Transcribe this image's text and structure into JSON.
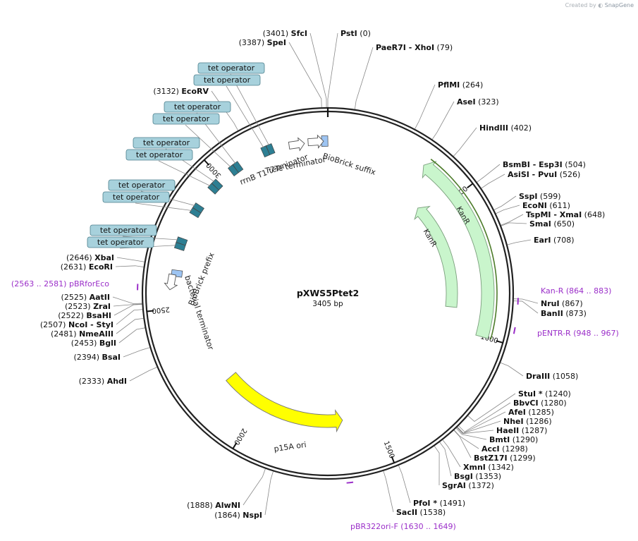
{
  "credit": {
    "prefix": "Created by",
    "brand": "SnapGene"
  },
  "plasmid": {
    "name": "pXWS5Ptet2",
    "size_label": "3405 bp",
    "length": 3405
  },
  "colors": {
    "backbone": "#222222",
    "primer": "#9b2fc9",
    "kan": "#c9f5cc",
    "kan_stroke": "#7a9f7c",
    "ori": "#ffff00",
    "operator_box": "#a7d1dc",
    "operator_feature": "#2d7f93",
    "biobrick": "#9dc4f2",
    "leader": "#888888"
  },
  "ticks": [
    {
      "pos": 500,
      "label": "500"
    },
    {
      "pos": 1000,
      "label": "1000"
    },
    {
      "pos": 1500,
      "label": "1500"
    },
    {
      "pos": 2000,
      "label": "2000"
    },
    {
      "pos": 2500,
      "label": "2500"
    },
    {
      "pos": 3000,
      "label": "3000"
    }
  ],
  "sites": [
    {
      "pos": 3401,
      "name": "SfcI",
      "coord": "(3401)"
    },
    {
      "pos": 3387,
      "name": "SpeI",
      "coord": "(3387)"
    },
    {
      "pos": 0,
      "name": "PstI",
      "coord": "(0)"
    },
    {
      "pos": 79,
      "name": "PaeR7I  - XhoI",
      "coord": "(79)"
    },
    {
      "pos": 264,
      "name": "PflMI",
      "coord": "(264)"
    },
    {
      "pos": 323,
      "name": "AseI",
      "coord": "(323)"
    },
    {
      "pos": 402,
      "name": "HindIII",
      "coord": "(402)"
    },
    {
      "pos": 504,
      "name": "BsmBI  - Esp3I",
      "coord": "(504)"
    },
    {
      "pos": 526,
      "name": "AsiSI  - PvuI",
      "coord": "(526)"
    },
    {
      "pos": 599,
      "name": "SspI",
      "coord": "(599)"
    },
    {
      "pos": 611,
      "name": "EcoNI",
      "coord": "(611)"
    },
    {
      "pos": 648,
      "name": "TspMI  - XmaI",
      "coord": "(648)"
    },
    {
      "pos": 650,
      "name": "SmaI",
      "coord": "(650)"
    },
    {
      "pos": 708,
      "name": "EarI",
      "coord": "(708)"
    },
    {
      "pos": 867,
      "name": "NruI",
      "coord": "(867)"
    },
    {
      "pos": 873,
      "name": "BanII",
      "coord": "(873)"
    },
    {
      "pos": 1058,
      "name": "DraIII",
      "coord": "(1058)"
    },
    {
      "pos": 1240,
      "name": "StuI *",
      "coord": "(1240)"
    },
    {
      "pos": 1280,
      "name": "BbvCI",
      "coord": "(1280)"
    },
    {
      "pos": 1285,
      "name": "AfeI",
      "coord": "(1285)"
    },
    {
      "pos": 1286,
      "name": "NheI",
      "coord": "(1286)"
    },
    {
      "pos": 1287,
      "name": "HaeII",
      "coord": "(1287)"
    },
    {
      "pos": 1290,
      "name": "BmtI",
      "coord": "(1290)"
    },
    {
      "pos": 1298,
      "name": "AccI",
      "coord": "(1298)"
    },
    {
      "pos": 1299,
      "name": "BstZ17I",
      "coord": "(1299)"
    },
    {
      "pos": 1342,
      "name": "XmnI",
      "coord": "(1342)"
    },
    {
      "pos": 1353,
      "name": "BsgI",
      "coord": "(1353)"
    },
    {
      "pos": 1372,
      "name": "SgrAI",
      "coord": "(1372)"
    },
    {
      "pos": 1491,
      "name": "PfoI *",
      "coord": "(1491)"
    },
    {
      "pos": 1538,
      "name": "SacII",
      "coord": "(1538)"
    },
    {
      "pos": 1864,
      "name": "NspI",
      "coord": "(1864)"
    },
    {
      "pos": 1888,
      "name": "AlwNI",
      "coord": "(1888)"
    },
    {
      "pos": 2333,
      "name": "AhdI",
      "coord": "(2333)"
    },
    {
      "pos": 2394,
      "name": "BsaI",
      "coord": "(2394)"
    },
    {
      "pos": 2453,
      "name": "BglI",
      "coord": "(2453)"
    },
    {
      "pos": 2481,
      "name": "NmeAIII",
      "coord": "(2481)"
    },
    {
      "pos": 2507,
      "name": "NcoI  - StyI",
      "coord": "(2507)"
    },
    {
      "pos": 2522,
      "name": "BsaHI",
      "coord": "(2522)"
    },
    {
      "pos": 2523,
      "name": "ZraI",
      "coord": "(2523)"
    },
    {
      "pos": 2525,
      "name": "AatII",
      "coord": "(2525)"
    },
    {
      "pos": 2631,
      "name": "EcoRI",
      "coord": "(2631)"
    },
    {
      "pos": 2646,
      "name": "XbaI",
      "coord": "(2646)"
    },
    {
      "pos": 3132,
      "name": "EcoRV",
      "coord": "(3132)"
    }
  ],
  "primers": [
    {
      "name": "Kan-R",
      "range": "(864 .. 883)",
      "start": 864,
      "end": 883
    },
    {
      "name": "pENTR-R",
      "range": "(948 .. 967)",
      "start": 948,
      "end": 967
    },
    {
      "name": "pBR322ori-F",
      "range": "(1630 .. 1649)",
      "start": 1630,
      "end": 1649
    },
    {
      "name": "pBRforEco",
      "range": "(2563 .. 2581)",
      "start": 2563,
      "end": 2581
    }
  ],
  "operators": [
    {
      "label": "tet operator",
      "pos": 3200
    },
    {
      "label": "tet operator",
      "pos": 3180
    },
    {
      "label": "tet operator",
      "pos": 3070
    },
    {
      "label": "tet operator",
      "pos": 3050
    },
    {
      "label": "tet operator",
      "pos": 2975
    },
    {
      "label": "tet operator",
      "pos": 2955
    },
    {
      "label": "tet operator",
      "pos": 2870
    },
    {
      "label": "tet operator",
      "pos": 2850
    },
    {
      "label": "tet operator",
      "pos": 2740
    },
    {
      "label": "tet operator",
      "pos": 2720
    }
  ],
  "features": {
    "kan_outer": {
      "label": "KanR",
      "start": 1000,
      "end": 335
    },
    "kan_inner": {
      "label": "KanR",
      "start": 910,
      "end": 420
    },
    "ori": {
      "label": "p15A ori",
      "start": 2170,
      "end": 1580
    },
    "terminators": [
      {
        "label": "rrnB T1 terminator"
      },
      {
        "label": "T7Te terminator"
      },
      {
        "label": "BioBrick suffix"
      },
      {
        "label": "BioBrick prefix"
      },
      {
        "label": "bacterial terminator"
      }
    ]
  }
}
